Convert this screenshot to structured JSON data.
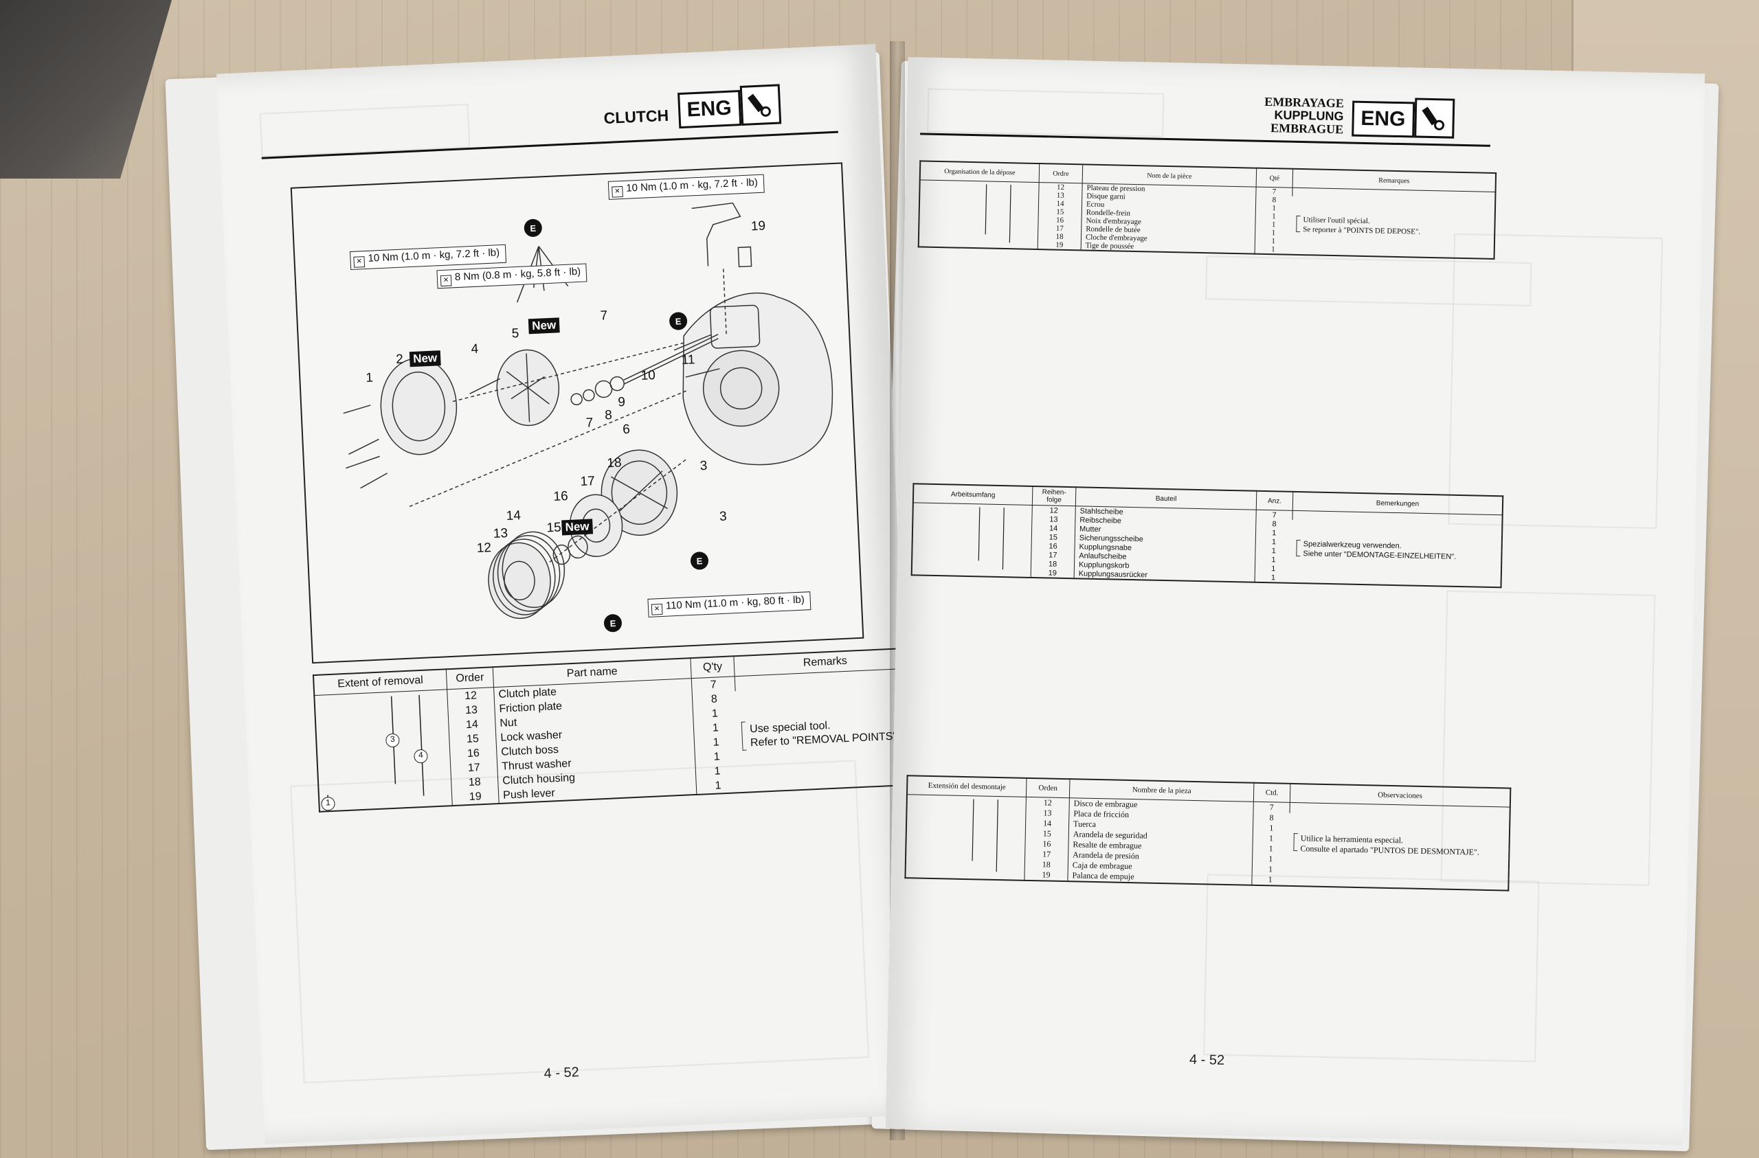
{
  "left_page": {
    "header": {
      "title": "CLUTCH",
      "section": "ENG",
      "section_icon": "engine-tool-icon"
    },
    "diagram": {
      "torque_labels": [
        "10 Nm (1.0 m · kg, 7.2 ft · lb)",
        "10 Nm (1.0 m · kg, 7.2 ft · lb)",
        "8 Nm (0.8 m · kg, 5.8 ft · lb)",
        "110 Nm (11.0 m · kg, 80 ft · lb)"
      ],
      "new_label": "New",
      "e_label": "E",
      "part_numbers": [
        "1",
        "2",
        "3",
        "3",
        "4",
        "5",
        "6",
        "7",
        "7",
        "8",
        "9",
        "10",
        "11",
        "12",
        "13",
        "14",
        "15",
        "16",
        "17",
        "18",
        "19"
      ]
    },
    "table": {
      "headers": [
        "Extent of removal",
        "Order",
        "Part name",
        "Q'ty",
        "Remarks"
      ],
      "rows": [
        {
          "order": "12",
          "name": "Clutch plate",
          "qty": "7"
        },
        {
          "order": "13",
          "name": "Friction plate",
          "qty": "8"
        },
        {
          "order": "14",
          "name": "Nut",
          "qty": "1"
        },
        {
          "order": "15",
          "name": "Lock washer",
          "qty": "1"
        },
        {
          "order": "16",
          "name": "Clutch boss",
          "qty": "1"
        },
        {
          "order": "17",
          "name": "Thrust washer",
          "qty": "1"
        },
        {
          "order": "18",
          "name": "Clutch housing",
          "qty": "1"
        },
        {
          "order": "19",
          "name": "Push lever",
          "qty": "1"
        }
      ],
      "remark_line1": "Use special tool.",
      "remark_line2": "Refer to \"REMOVAL POINTS\".",
      "extent_marks": [
        "3",
        "4",
        "1"
      ]
    },
    "page_number": "4 - 52"
  },
  "right_page": {
    "header": {
      "title_fr": "EMBRAYAGE",
      "title_de": "KUPPLUNG",
      "title_es": "EMBRAGUE",
      "section": "ENG",
      "section_icon": "engine-tool-icon"
    },
    "table_fr": {
      "headers": [
        "Organisation de la dépose",
        "Ordre",
        "Nom de la pièce",
        "Qté",
        "Remarques"
      ],
      "rows": [
        {
          "order": "12",
          "name": "Plateau de pression",
          "qty": "7"
        },
        {
          "order": "13",
          "name": "Disque garni",
          "qty": "8"
        },
        {
          "order": "14",
          "name": "Ecrou",
          "qty": "1"
        },
        {
          "order": "15",
          "name": "Rondelle-frein",
          "qty": "1"
        },
        {
          "order": "16",
          "name": "Noix d'embrayage",
          "qty": "1"
        },
        {
          "order": "17",
          "name": "Rondelle de butée",
          "qty": "1"
        },
        {
          "order": "18",
          "name": "Cloche d'embrayage",
          "qty": "1"
        },
        {
          "order": "19",
          "name": "Tige de poussée",
          "qty": "1"
        }
      ],
      "remark_line1": "Utiliser l'outil spécial.",
      "remark_line2": "Se reporter à \"POINTS DE DEPOSE\"."
    },
    "table_de": {
      "headers": [
        "Arbeitsumfang",
        "Reihen-\nfolge",
        "Bauteil",
        "Anz.",
        "Bemerkungen"
      ],
      "rows": [
        {
          "order": "12",
          "name": "Stahlscheibe",
          "qty": "7"
        },
        {
          "order": "13",
          "name": "Reibscheibe",
          "qty": "8"
        },
        {
          "order": "14",
          "name": "Mutter",
          "qty": "1"
        },
        {
          "order": "15",
          "name": "Sicherungsscheibe",
          "qty": "1"
        },
        {
          "order": "16",
          "name": "Kupplungsnabe",
          "qty": "1"
        },
        {
          "order": "17",
          "name": "Anlaufscheibe",
          "qty": "1"
        },
        {
          "order": "18",
          "name": "Kupplungskorb",
          "qty": "1"
        },
        {
          "order": "19",
          "name": "Kupplungsausrücker",
          "qty": "1"
        }
      ],
      "remark_line1": "Spezialwerkzeug verwenden.",
      "remark_line2": "Siehe unter \"DEMONTAGE-EINZELHEITEN\"."
    },
    "table_es": {
      "headers": [
        "Extensión del desmontaje",
        "Orden",
        "Nombre de la pieza",
        "Ctd.",
        "Observaciones"
      ],
      "rows": [
        {
          "order": "12",
          "name": "Disco de embrague",
          "qty": "7"
        },
        {
          "order": "13",
          "name": "Placa de fricción",
          "qty": "8"
        },
        {
          "order": "14",
          "name": "Tuerca",
          "qty": "1"
        },
        {
          "order": "15",
          "name": "Arandela de seguridad",
          "qty": "1"
        },
        {
          "order": "16",
          "name": "Resalte de embrague",
          "qty": "1"
        },
        {
          "order": "17",
          "name": "Arandela de presión",
          "qty": "1"
        },
        {
          "order": "18",
          "name": "Caja de embrague",
          "qty": "1"
        },
        {
          "order": "19",
          "name": "Palanca de empuje",
          "qty": "1"
        }
      ],
      "remark_line1": "Utilice la herramienta especial.",
      "remark_line2": "Consulte el apartado \"PUNTOS DE DESMONTAJE\"."
    },
    "page_number": "4 - 52"
  }
}
